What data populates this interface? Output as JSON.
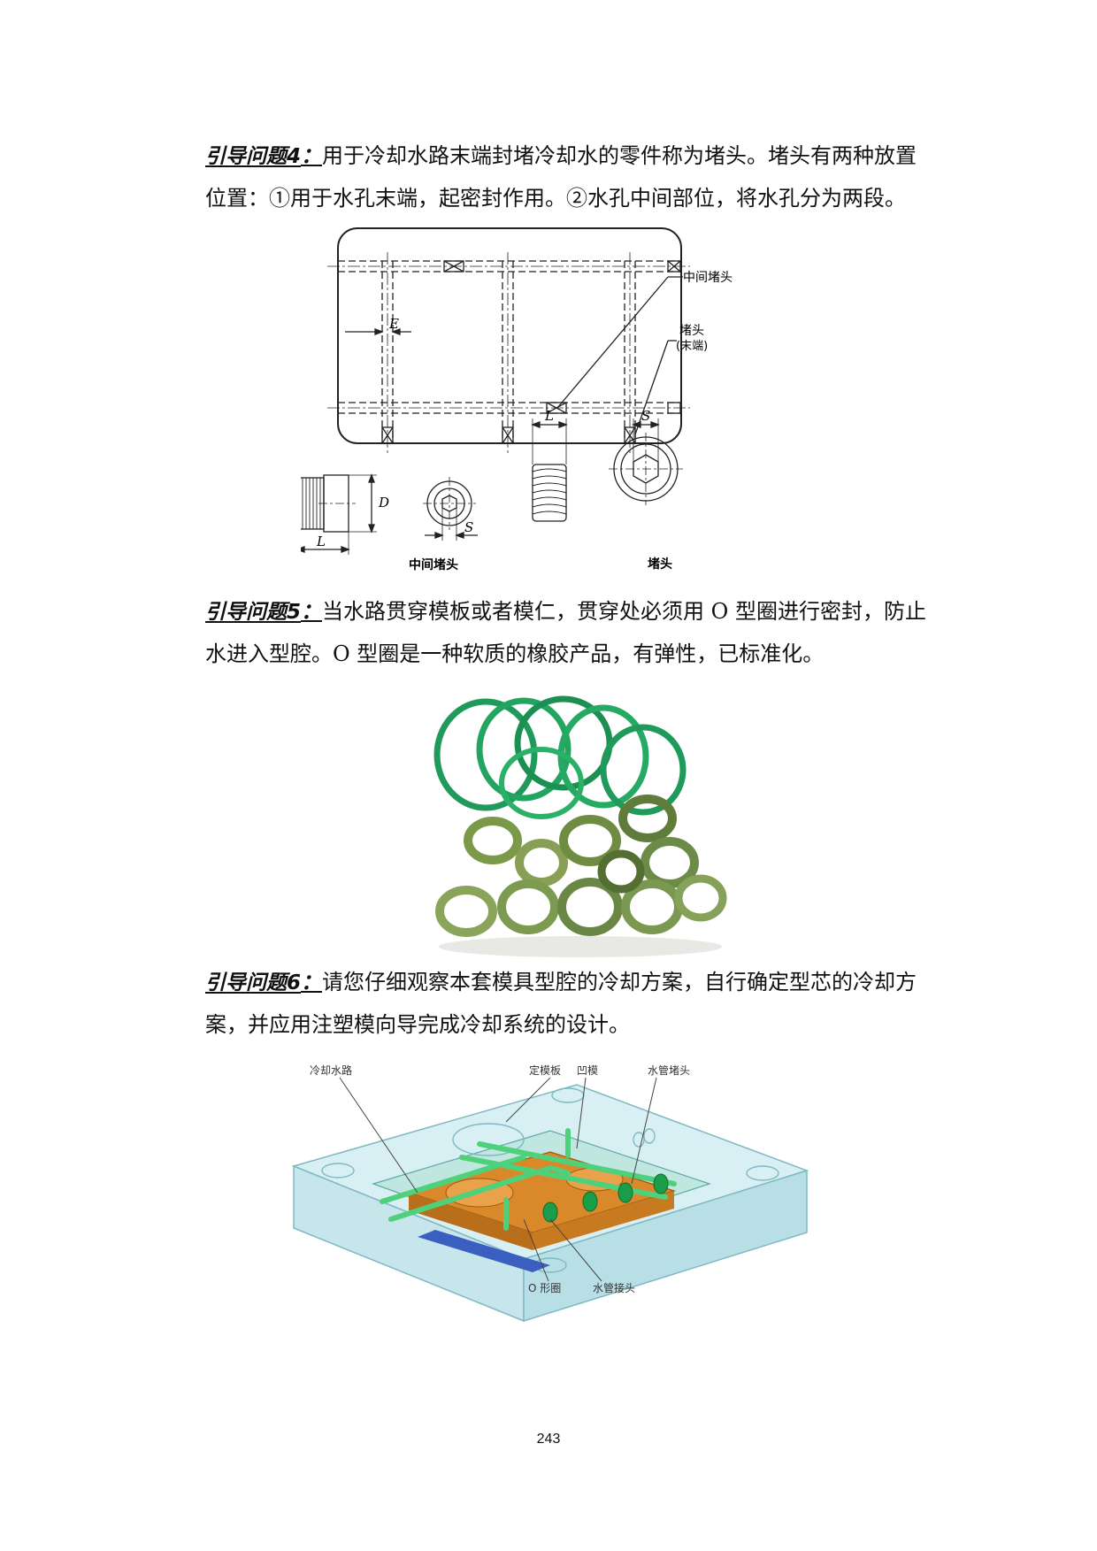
{
  "q4": {
    "label": "引导问题4",
    "colon": "：",
    "text": "用于冷却水路末端封堵冷却水的零件称为堵头。堵头有两种放置位置：①用于水孔末端，起密封作用。②水孔中间部位，将水孔分为两段。"
  },
  "fig1": {
    "label_middle_plug": "中间堵头",
    "label_end_plug_1": "堵头",
    "label_end_plug_2": "(末端)",
    "dim_E": "E",
    "dim_L1": "L",
    "dim_D": "D",
    "dim_S1": "S",
    "dim_L2": "L",
    "dim_S2": "S",
    "caption_middle": "中间堵头",
    "caption_end": "堵头"
  },
  "q5": {
    "label": "引导问题5",
    "colon": "：",
    "text": "当水路贯穿模板或者模仁，贯穿处必须用 O 型圈进行密封，防止水进入型腔。O 型圈是一种软质的橡胶产品，有弹性，已标准化。"
  },
  "q6": {
    "label": "引导问题6",
    "colon": "：",
    "text": "请您仔细观察本套模具型腔的冷却方案，自行确定型芯的冷却方案，并应用注塑模向导完成冷却系统的设计。"
  },
  "fig3": {
    "label_water_channel": "冷却水路",
    "label_fixed_plate": "定模板",
    "label_cavity": "凹模",
    "label_pipe_plug": "水管堵头",
    "label_o_ring": "O 形圈",
    "label_pipe_joint": "水管接头",
    "colors": {
      "glass": "#cfecf0",
      "cavity": "#d9892a",
      "pipe": "#4fd07a",
      "ring_dark": "#1f9a5a",
      "ring_light": "#7a9a4a"
    }
  },
  "page_number": "243"
}
